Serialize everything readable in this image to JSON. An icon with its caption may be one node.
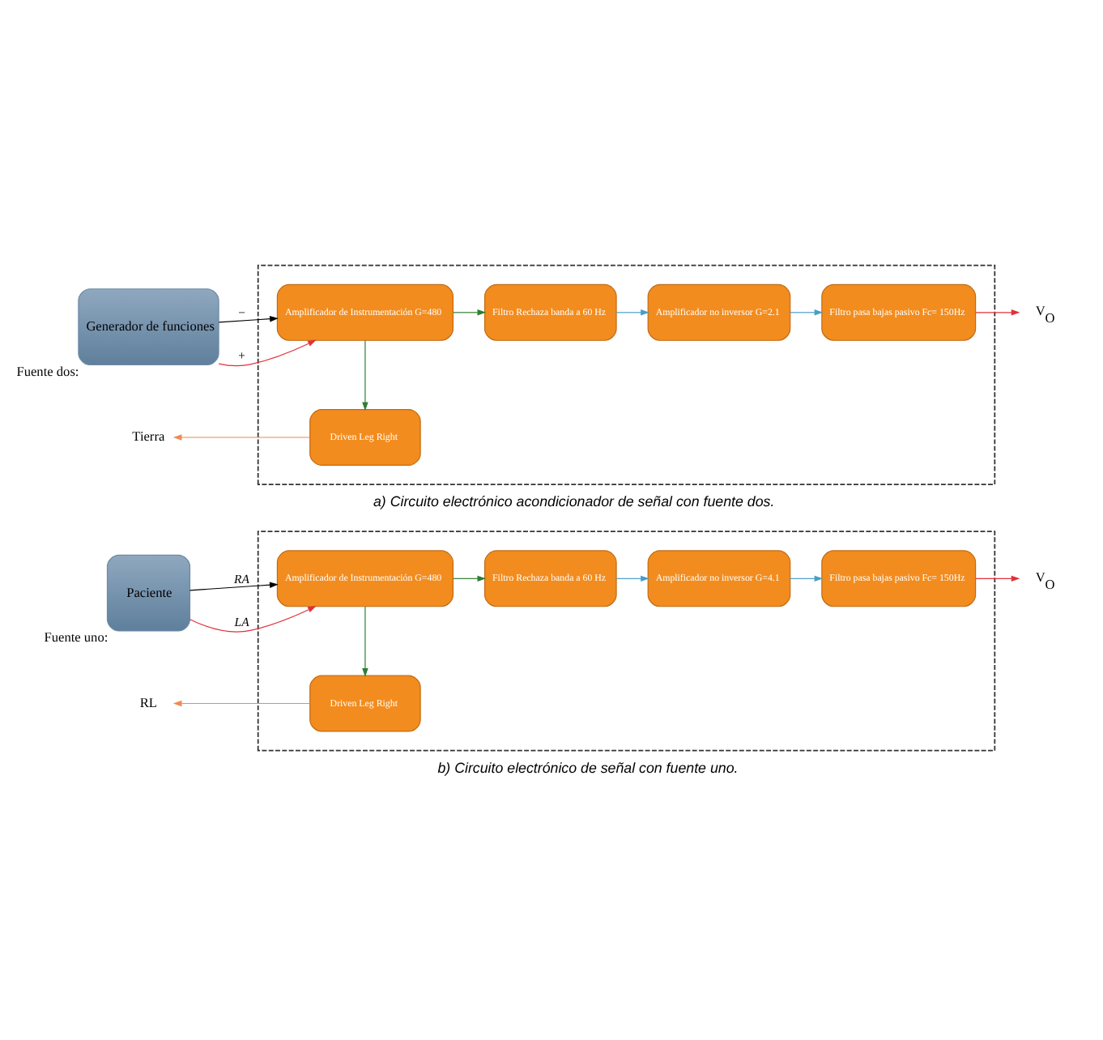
{
  "diagram": {
    "nodes": [
      {
        "text": [],
        "shape": "box"
      },
      {
        "text": [
          "Generador de funciones"
        ],
        "beside": [
          "Fuente dos:"
        ]
      },
      {
        "text": [
          "Amplificador de Instrumentación G=480"
        ],
        "in": 0
      },
      {
        "text": [
          "Filtro Rechaza banda a 60 Hz"
        ],
        "in": 0
      },
      {
        "text": [
          "Amplificador no inversor G=2.1"
        ],
        "in": 0
      },
      {
        "text": [
          "Filtro pasa bajas pasivo Fc= 150Hz"
        ],
        "in": 0
      },
      {
        "text": [
          "Driven Leg Right"
        ],
        "in": 0
      },
      {
        "text": [
          "Tierra"
        ]
      },
      {
        "text": [
          "V$_{O}$"
        ]
      },
      {
        "text": [],
        "shape": "box"
      },
      {
        "text": [
          "Paciente"
        ],
        "beside": [
          "Fuente uno:"
        ]
      },
      {
        "text": [
          "Amplificador de Instrumentación G=480"
        ],
        "in": 9
      },
      {
        "text": [
          "Filtro Rechaza banda a 60 Hz"
        ],
        "in": 9
      },
      {
        "text": [
          "Amplificador no inversor G=4.1"
        ],
        "in": 9
      },
      {
        "text": [
          "Filtro pasa bajas pasivo Fc= 150Hz"
        ],
        "in": 9
      },
      {
        "text": [
          "Driven Leg Right"
        ],
        "in": 9
      },
      {
        "text": [
          "RL"
        ]
      },
      {
        "text": [
          "V$_{O}$"
        ]
      }
    ],
    "edges": [
      {
        "from": 1,
        "to": 2,
        "arrow": "to",
        "label": "+",
        "color": "#e0303a"
      },
      {
        "from": 1,
        "to": 2,
        "arrow": "to",
        "label": "−",
        "color": "#000000"
      },
      {
        "from": 2,
        "to": 3,
        "arrow": "to",
        "color": "#2e7d32"
      },
      {
        "from": 3,
        "to": 4,
        "arrow": "to",
        "color": "#4a9cc8"
      },
      {
        "from": 4,
        "to": 5,
        "arrow": "to",
        "color": "#4a9cc8"
      },
      {
        "from": 5,
        "to": 8,
        "arrow": "to",
        "color": "#e0303a"
      },
      {
        "from": 2,
        "to": 6,
        "arrow": "to",
        "color": "#2e7d32"
      },
      {
        "from": 6,
        "to": 7,
        "arrow": "to",
        "color": "#f08a50"
      },
      {
        "from": 10,
        "to": 11,
        "arrow": "to",
        "label": "LA",
        "color": "#e0303a"
      },
      {
        "from": 10,
        "to": 11,
        "arrow": "to",
        "label": "RA",
        "color": "#000000"
      },
      {
        "from": 11,
        "to": 12,
        "arrow": "to",
        "color": "#2e7d32"
      },
      {
        "from": 12,
        "to": 13,
        "arrow": "to",
        "color": "#4a9cc8"
      },
      {
        "from": 13,
        "to": 14,
        "arrow": "to",
        "color": "#4a9cc8"
      },
      {
        "from": 14,
        "to": 17,
        "arrow": "to",
        "color": "#e0303a"
      },
      {
        "from": 11,
        "to": 15,
        "arrow": "to",
        "color": "#2e7d32"
      },
      {
        "from": 15,
        "to": 16,
        "arrow": "to",
        "color": "#f08a50"
      }
    ],
    "labels": [
      "a) Circuito electrónico acondicionador de señal con fuente dos.",
      "b) Circuito electrónico de señal con fuente uno."
    ]
  }
}
